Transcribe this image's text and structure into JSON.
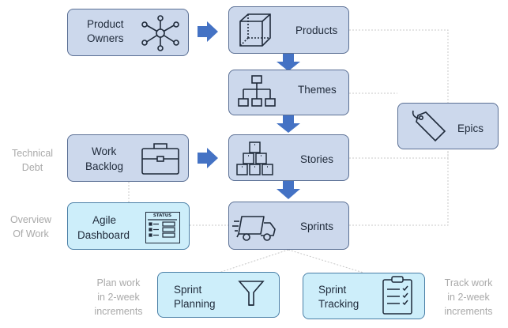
{
  "nodes": {
    "product_owners": {
      "line1": "Product",
      "line2": "Owners"
    },
    "products": {
      "label": "Products"
    },
    "themes": {
      "label": "Themes"
    },
    "stories": {
      "label": "Stories"
    },
    "sprints": {
      "label": "Sprints"
    },
    "epics": {
      "label": "Epics"
    },
    "work_backlog": {
      "line1": "Work",
      "line2": "Backlog"
    },
    "agile_dashboard": {
      "line1": "Agile",
      "line2": "Dashboard",
      "icon_text": "STATUS"
    },
    "sprint_planning": {
      "line1": "Sprint",
      "line2": "Planning"
    },
    "sprint_tracking": {
      "line1": "Sprint",
      "line2": "Tracking"
    }
  },
  "side_labels": {
    "technical_debt": {
      "line1": "Technical",
      "line2": "Debt"
    },
    "overview_of_work": {
      "line1": "Overview",
      "line2": "Of Work"
    },
    "plan_work": {
      "line1": "Plan work",
      "line2": "in 2-week",
      "line3": "increments"
    },
    "track_work": {
      "line1": "Track work",
      "line2": "in 2-week",
      "line3": "increments"
    }
  },
  "colors": {
    "dark_box": "#ccd8ec",
    "light_box": "#cdeefa",
    "arrow": "#4472c4",
    "connector": "#c8c8c8",
    "side_text": "#a9a9a9"
  }
}
